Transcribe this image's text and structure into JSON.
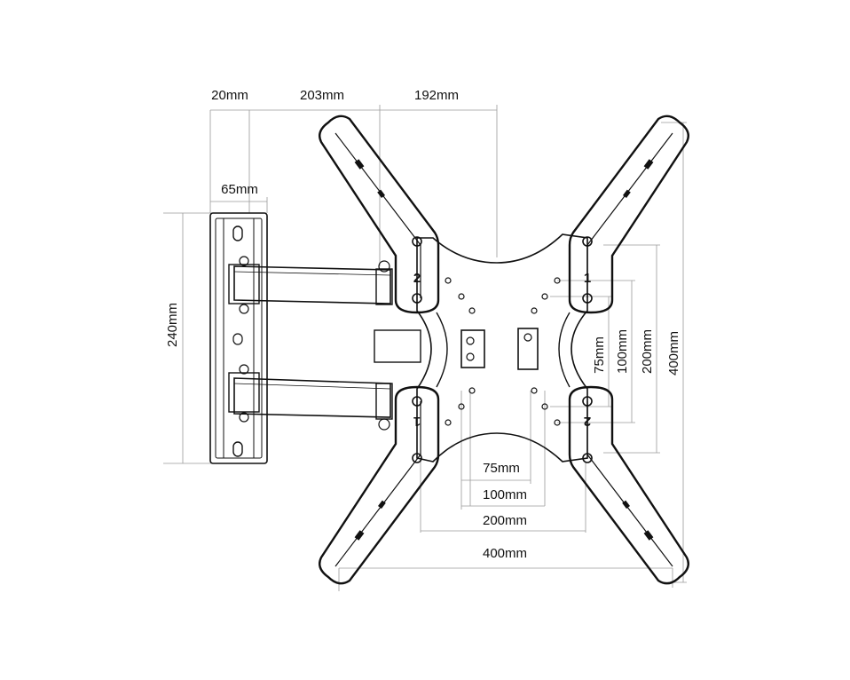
{
  "dimensions": {
    "top_20": "20mm",
    "top_203": "203mm",
    "top_192": "192mm",
    "side_65": "65mm",
    "left_240": "240mm",
    "right_75": "75mm",
    "right_100": "100mm",
    "right_200": "200mm",
    "right_400": "400mm",
    "bottom_75": "75mm",
    "bottom_100": "100mm",
    "bottom_200": "200mm",
    "bottom_400": "400mm"
  },
  "arm_markers": {
    "top_left": "2",
    "top_right": "1",
    "bottom_left": "1",
    "bottom_right": "2"
  }
}
